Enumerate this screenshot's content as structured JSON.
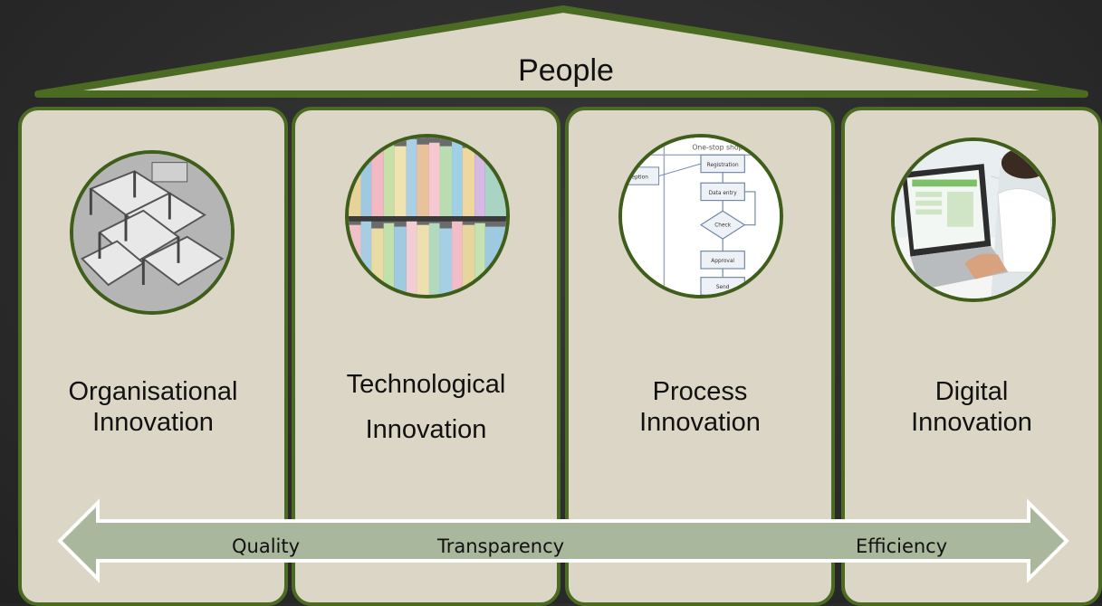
{
  "roof": {
    "label": "People"
  },
  "pillars": [
    {
      "title_line1": "Organisational",
      "title_line2": "Innovation",
      "image": "office-building-model"
    },
    {
      "title_line1": "Technological",
      "title_line2": "Innovation",
      "image": "paper-file-archive"
    },
    {
      "title_line1": "Process",
      "title_line2": "Innovation",
      "image": "process-flowchart"
    },
    {
      "title_line1": "Digital",
      "title_line2": "Innovation",
      "image": "person-using-laptop"
    }
  ],
  "flowchart": {
    "header": "One-stop shop",
    "side": "Reception",
    "steps": [
      "Registration",
      "Data entry",
      "Check",
      "Approval",
      "Send"
    ]
  },
  "arrow_labels": [
    "Quality",
    "Transparency",
    "Efficiency"
  ],
  "colors": {
    "pillar_fill": "#dcd6c6",
    "pillar_border": "#4c6b22",
    "arrow_fill": "#a9b79c",
    "background": "#2b2b2b"
  }
}
